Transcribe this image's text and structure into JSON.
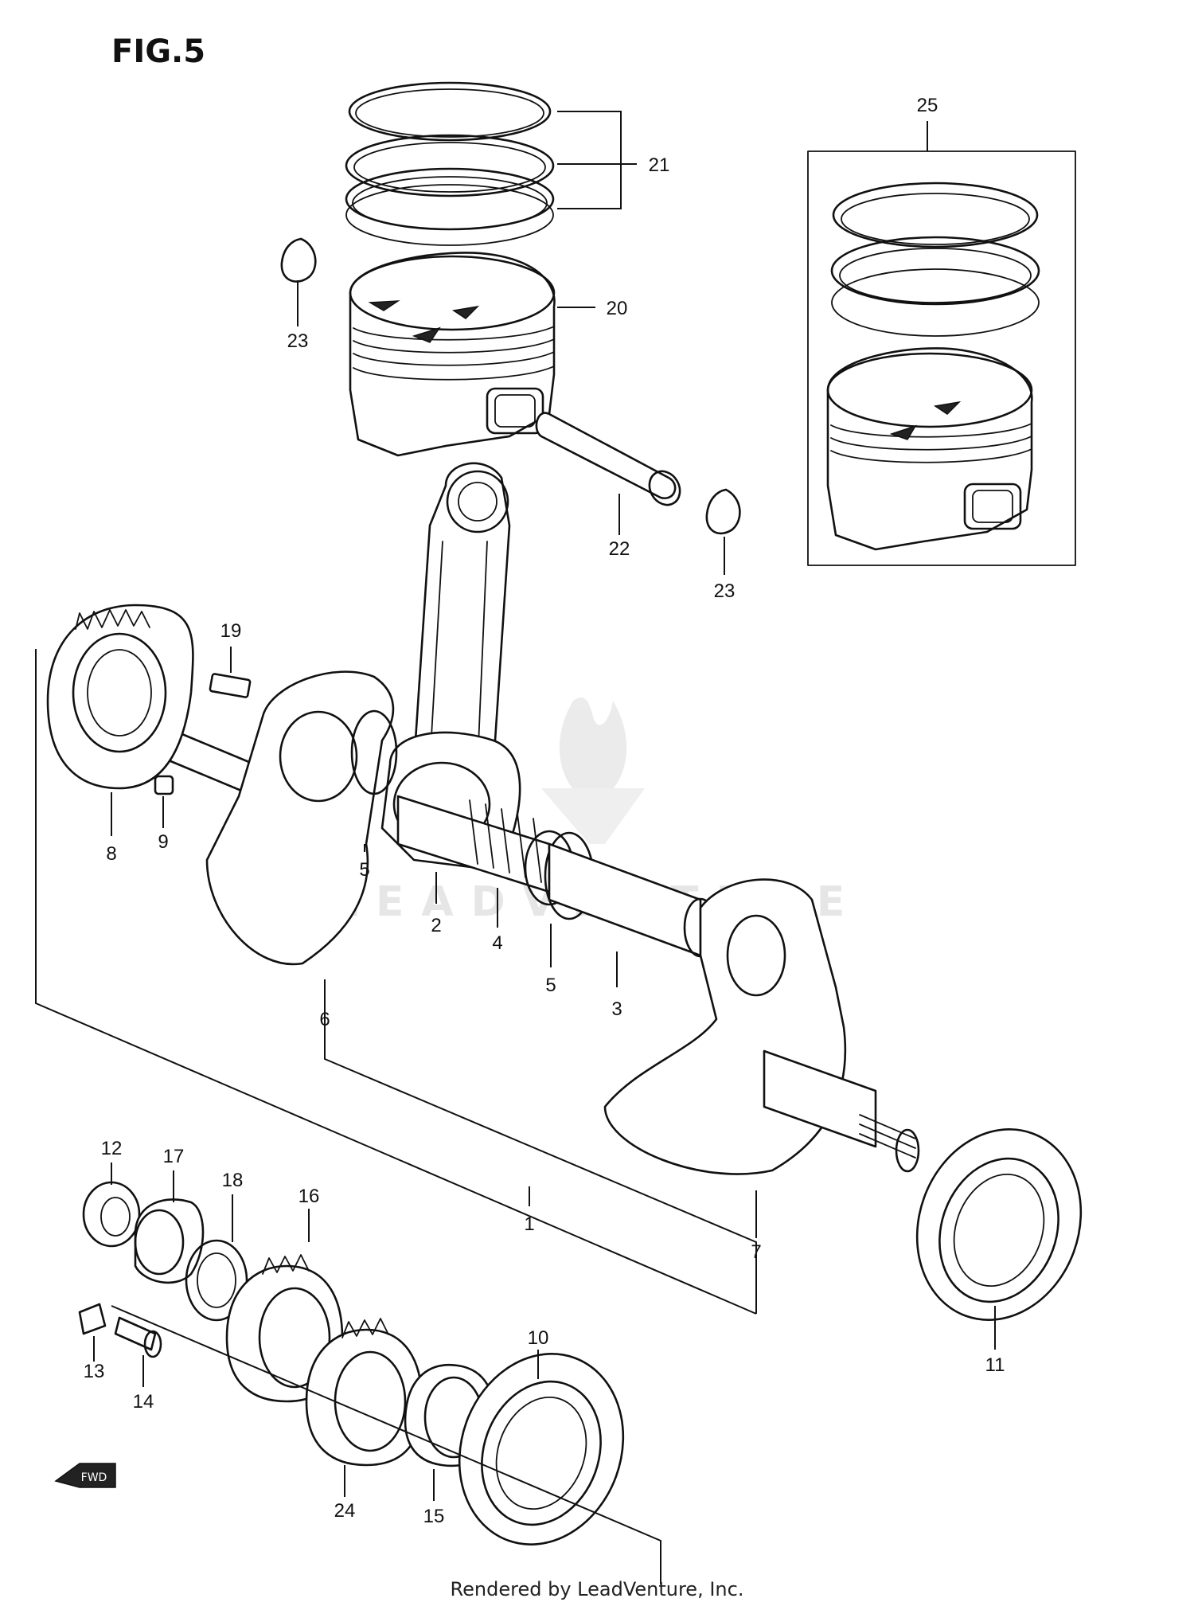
{
  "figure": {
    "title": "FIG.5"
  },
  "callouts": [
    {
      "id": "c1",
      "text": "1"
    },
    {
      "id": "c2",
      "text": "2"
    },
    {
      "id": "c3",
      "text": "3"
    },
    {
      "id": "c4",
      "text": "4"
    },
    {
      "id": "c5a",
      "text": "5"
    },
    {
      "id": "c5b",
      "text": "5"
    },
    {
      "id": "c6",
      "text": "6"
    },
    {
      "id": "c7",
      "text": "7"
    },
    {
      "id": "c8",
      "text": "8"
    },
    {
      "id": "c9",
      "text": "9"
    },
    {
      "id": "c10",
      "text": "10"
    },
    {
      "id": "c11",
      "text": "11"
    },
    {
      "id": "c12",
      "text": "12"
    },
    {
      "id": "c13",
      "text": "13"
    },
    {
      "id": "c14",
      "text": "14"
    },
    {
      "id": "c15",
      "text": "15"
    },
    {
      "id": "c16",
      "text": "16"
    },
    {
      "id": "c17",
      "text": "17"
    },
    {
      "id": "c18",
      "text": "18"
    },
    {
      "id": "c19",
      "text": "19"
    },
    {
      "id": "c20",
      "text": "20"
    },
    {
      "id": "c21",
      "text": "21"
    },
    {
      "id": "c22",
      "text": "22"
    },
    {
      "id": "c23a",
      "text": "23"
    },
    {
      "id": "c23b",
      "text": "23"
    },
    {
      "id": "c24",
      "text": "24"
    },
    {
      "id": "c25",
      "text": "25"
    }
  ],
  "fwd_marker": "FWD",
  "watermark": "LEADVENTURE",
  "footer": {
    "credit": "Rendered by LeadVenture, Inc."
  }
}
